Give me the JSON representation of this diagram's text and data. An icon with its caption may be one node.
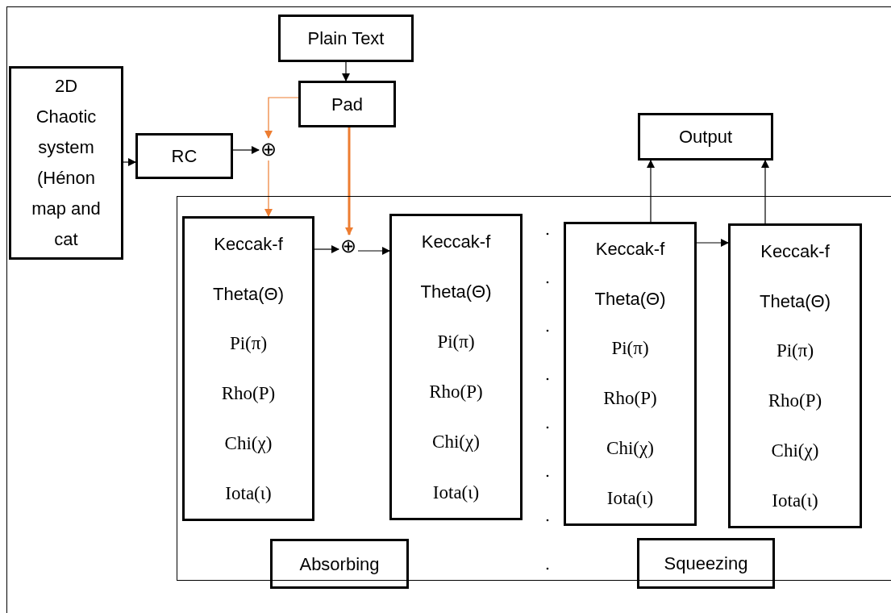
{
  "diagram": {
    "nodes": [
      {
        "text": [
          "Plain Text"
        ]
      },
      {
        "text": [
          "Pad"
        ]
      },
      {
        "text": [
          "2D Chaotic system (Hénon map and cat"
        ]
      },
      {
        "text": [
          "RC"
        ]
      },
      {
        "text": [
          "⊕"
        ]
      },
      {
        "text": [
          "Output"
        ]
      },
      {
        "text": [],
        "shape": "box"
      },
      {
        "text": [
          "Keccak-f",
          "Theta(Θ)",
          "Pi(π)",
          "Rho(Ρ)",
          "Chi(χ)",
          "Iota(ɩ)"
        ],
        "in": 6
      },
      {
        "text": [
          "⊕"
        ],
        "in": 6
      },
      {
        "text": [
          "Keccak-f",
          "Theta(Θ)",
          "Pi(π)",
          "Rho(Ρ)",
          "Chi(χ)",
          "Iota(ɩ)"
        ],
        "in": 6
      },
      {
        "text": [
          "Keccak-f",
          "Theta(Θ)",
          "Pi(π)",
          "Rho(Ρ)",
          "Chi(χ)",
          "Iota(ɩ)"
        ],
        "in": 6
      },
      {
        "text": [
          "Keccak-f",
          "Theta(Θ)",
          "Pi(π)",
          "Rho(Ρ)",
          "Chi(χ)",
          "Iota(ɩ)"
        ],
        "in": 6
      },
      {
        "text": [
          "Absorbing"
        ],
        "in": 6
      },
      {
        "text": [
          "Squeezing"
        ],
        "in": 6
      }
    ],
    "edges": [
      {
        "from": 0,
        "to": 1,
        "arrow": "to"
      },
      {
        "from": 2,
        "to": 3,
        "arrow": "to"
      },
      {
        "from": 3,
        "to": 4,
        "arrow": "to"
      },
      {
        "from": 1,
        "to": 4,
        "arrow": "to",
        "color": "#ed7d31"
      },
      {
        "from": 4,
        "to": 7,
        "arrow": "to",
        "color": "#ed7d31"
      },
      {
        "from": 1,
        "to": 8,
        "arrow": "to",
        "color": "#ed7d31",
        "style": "thick"
      },
      {
        "from": 7,
        "to": 8,
        "arrow": "to"
      },
      {
        "from": 8,
        "to": 9,
        "arrow": "to"
      },
      {
        "from": 10,
        "to": 11,
        "arrow": "to"
      },
      {
        "from": 10,
        "to": 5,
        "arrow": "to"
      },
      {
        "from": 11,
        "to": 5,
        "arrow": "to"
      }
    ]
  }
}
